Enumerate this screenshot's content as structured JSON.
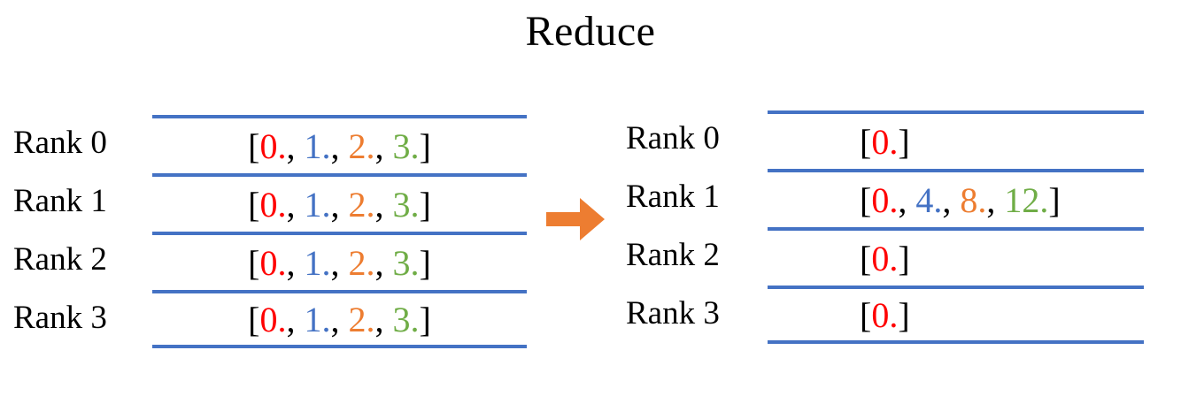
{
  "title": "Reduce",
  "colors": {
    "black": "#000000",
    "red": "#FF0000",
    "blue": "#4472C4",
    "orange": "#ED7D31",
    "green": "#70AD47",
    "table_line": "#4472C4",
    "arrow": "#ED7D31"
  },
  "arrow": {
    "icon": "right-block-arrow"
  },
  "panels": [
    {
      "id": "before-reduce",
      "align": "center",
      "rows": [
        {
          "label": "Rank 0",
          "tokens": [
            [
              "[",
              "black"
            ],
            [
              "0.",
              "red"
            ],
            [
              ", ",
              "black"
            ],
            [
              "1.",
              "blue"
            ],
            [
              ", ",
              "black"
            ],
            [
              "2.",
              "orange"
            ],
            [
              ", ",
              "black"
            ],
            [
              "3.",
              "green"
            ],
            [
              "]",
              "black"
            ]
          ]
        },
        {
          "label": "Rank 1",
          "tokens": [
            [
              "[",
              "black"
            ],
            [
              "0.",
              "red"
            ],
            [
              ", ",
              "black"
            ],
            [
              "1.",
              "blue"
            ],
            [
              ", ",
              "black"
            ],
            [
              "2.",
              "orange"
            ],
            [
              ", ",
              "black"
            ],
            [
              "3.",
              "green"
            ],
            [
              "]",
              "black"
            ]
          ]
        },
        {
          "label": "Rank 2",
          "tokens": [
            [
              "[",
              "black"
            ],
            [
              "0.",
              "red"
            ],
            [
              ", ",
              "black"
            ],
            [
              "1.",
              "blue"
            ],
            [
              ", ",
              "black"
            ],
            [
              "2.",
              "orange"
            ],
            [
              ", ",
              "black"
            ],
            [
              "3.",
              "green"
            ],
            [
              "]",
              "black"
            ]
          ]
        },
        {
          "label": "Rank 3",
          "tokens": [
            [
              "[",
              "black"
            ],
            [
              "0.",
              "red"
            ],
            [
              ", ",
              "black"
            ],
            [
              "1.",
              "blue"
            ],
            [
              ", ",
              "black"
            ],
            [
              "2.",
              "orange"
            ],
            [
              ", ",
              "black"
            ],
            [
              "3.",
              "green"
            ],
            [
              "]",
              "black"
            ]
          ]
        }
      ]
    },
    {
      "id": "after-reduce",
      "align": "left",
      "rows": [
        {
          "label": "Rank 0",
          "tokens": [
            [
              "[",
              "black"
            ],
            [
              "0.",
              "red"
            ],
            [
              "]",
              "black"
            ]
          ]
        },
        {
          "label": "Rank 1",
          "tokens": [
            [
              "[",
              "black"
            ],
            [
              "0.",
              "red"
            ],
            [
              ", ",
              "black"
            ],
            [
              "4.",
              "blue"
            ],
            [
              ", ",
              "black"
            ],
            [
              "8.",
              "orange"
            ],
            [
              ", ",
              "black"
            ],
            [
              "12.",
              "green"
            ],
            [
              "]",
              "black"
            ]
          ]
        },
        {
          "label": "Rank 2",
          "tokens": [
            [
              "[",
              "black"
            ],
            [
              "0.",
              "red"
            ],
            [
              "]",
              "black"
            ]
          ]
        },
        {
          "label": "Rank 3",
          "tokens": [
            [
              "[",
              "black"
            ],
            [
              "0.",
              "red"
            ],
            [
              "]",
              "black"
            ]
          ]
        }
      ]
    }
  ]
}
